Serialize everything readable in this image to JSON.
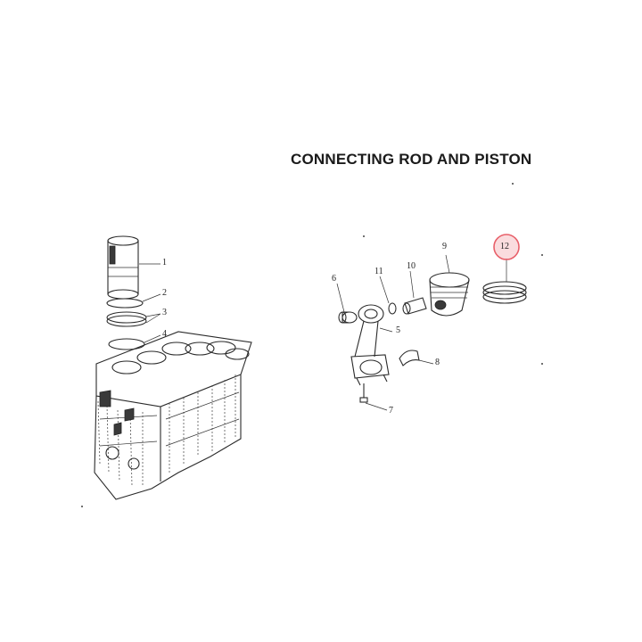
{
  "title": "CONNECTING ROD AND PISTON",
  "callouts": [
    {
      "id": "1",
      "label": "1"
    },
    {
      "id": "2",
      "label": "2"
    },
    {
      "id": "3",
      "label": "3"
    },
    {
      "id": "4",
      "label": "4"
    },
    {
      "id": "5",
      "label": "5"
    },
    {
      "id": "6",
      "label": "6"
    },
    {
      "id": "7",
      "label": "7"
    },
    {
      "id": "8",
      "label": "8"
    },
    {
      "id": "9",
      "label": "9"
    },
    {
      "id": "10",
      "label": "10"
    },
    {
      "id": "11",
      "label": "11"
    },
    {
      "id": "12",
      "label": "12"
    }
  ],
  "highlight": {
    "target": "12",
    "color": "#e8606a"
  }
}
